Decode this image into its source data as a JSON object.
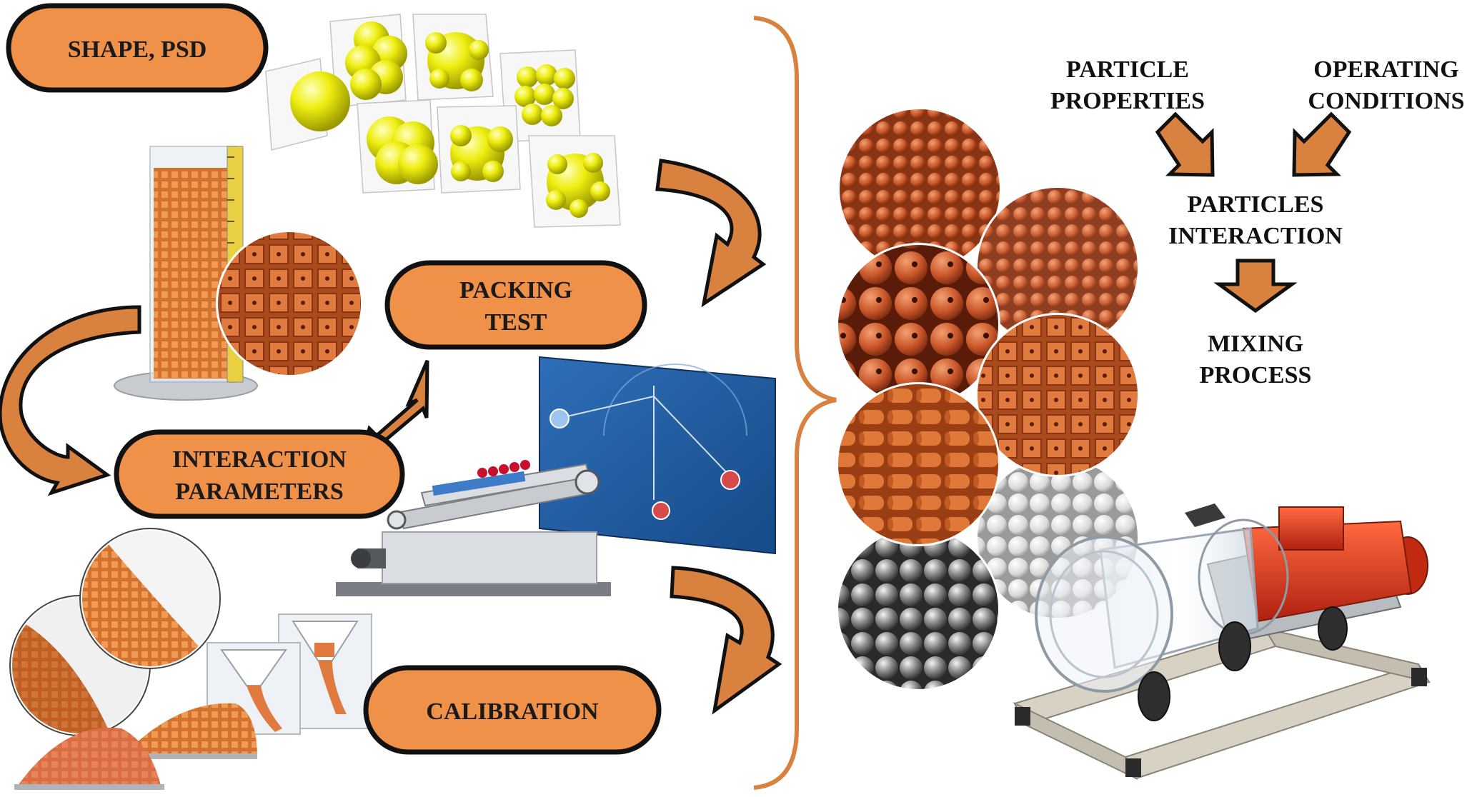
{
  "colors": {
    "accent": "#F0914A",
    "arrow": "#D9823F",
    "brace": "#D9823F",
    "outline": "#111111",
    "sphere": "#E6E600",
    "bead": "#C9562A",
    "motor": "#E03A1E",
    "panel": "#1D5FA8"
  },
  "left_flow": {
    "shape_psd": "SHAPE, PSD",
    "packing_line1": "PACKING",
    "packing_line2": "TEST",
    "interaction_line1": "INTERACTION",
    "interaction_line2": "PARAMETERS",
    "calibration": "CALIBRATION"
  },
  "right_flow": {
    "particle_line1": "PARTICLE",
    "particle_line2": "PROPERTIES",
    "operating_line1": "OPERATING",
    "operating_line2": "CONDITIONS",
    "interaction_line1": "PARTICLES",
    "interaction_line2": "INTERACTION",
    "mixing_line1": "MIXING",
    "mixing_line2": "PROCESS"
  },
  "icons": {
    "clump_models": "yellow-sphere-clump-icon",
    "cylinder": "graduated-cylinder-icon",
    "incline_device": "inclined-plane-device-icon",
    "drum_mixer": "rotating-drum-mixer-icon"
  }
}
